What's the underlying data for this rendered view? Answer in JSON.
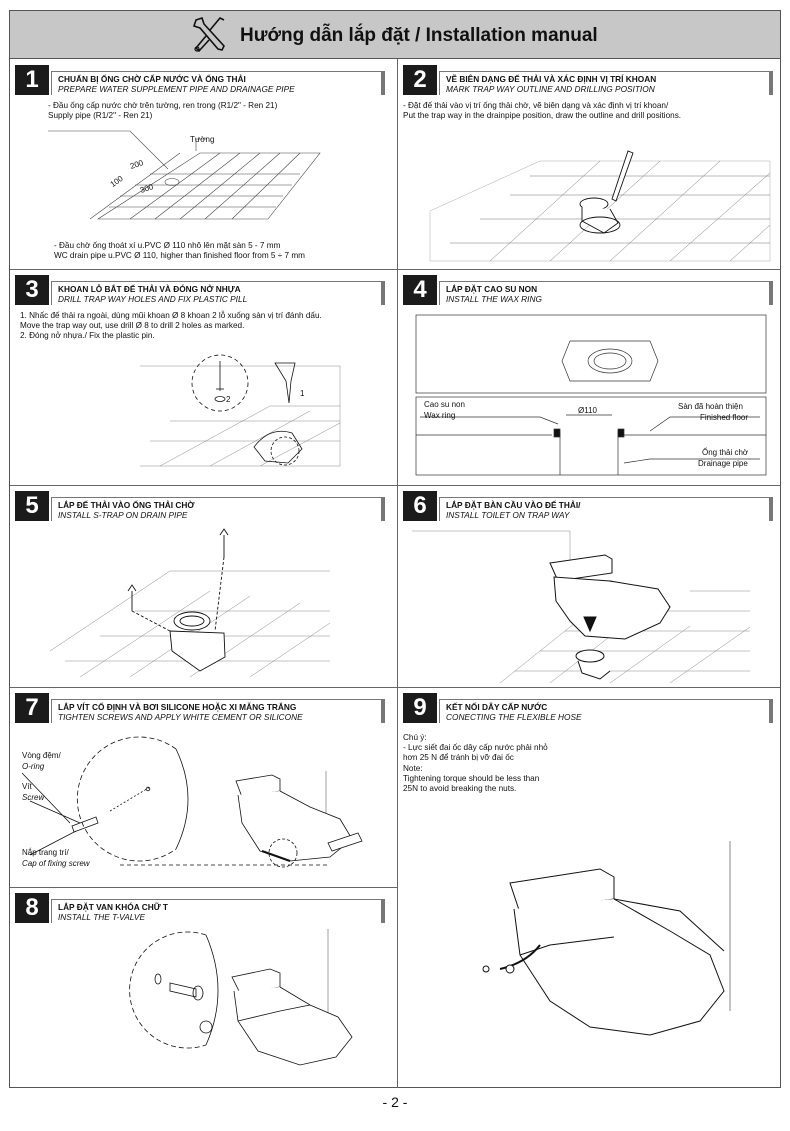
{
  "header": {
    "title": "Hướng dẫn lắp đặt / Installation manual",
    "icon": "tools-icon",
    "bg": "#c7c7c7"
  },
  "steps": {
    "s1": {
      "num": "1",
      "vn": "CHUẨN BỊ ỐNG CHỜ CẤP NƯỚC VÀ ỐNG THẢI",
      "en": "PREPARE WATER SUPPLEMENT PIPE AND DRAINAGE PIPE",
      "note1_vn": "- Đầu ống cấp nước chờ trên tường, ren trong (R1/2\" - Ren 21)",
      "note1_en": "Supply pipe (R1/2\" - Ren 21)",
      "wall": "Tường",
      "d200": "200",
      "d100": "100",
      "d300": "300",
      "note2_vn": "- Đầu chờ ống thoát xí u.PVC Ø  110 nhô lên mặt sàn 5 - 7 mm",
      "note2_en": "WC drain pipe u.PVC Ø  110, higher than finished floor from 5 ÷ 7 mm"
    },
    "s2": {
      "num": "2",
      "vn": "VẼ BIÊN DẠNG ĐẾ THẢI VÀ XÁC ĐỊNH VỊ TRÍ KHOAN",
      "en": "MARK TRAP WAY OUTLINE AND DRILLING POSITION",
      "note_vn": "- Đặt đế thải vào vị trí ống thải chờ, vẽ biên dạng và xác định vị trí khoan/",
      "note_en": "Put the trap way in the drainpipe position, draw the outline and drill positions."
    },
    "s3": {
      "num": "3",
      "vn": "KHOAN LỖ BẮT ĐẾ THẢI VÀ ĐÓNG NỞ NHỰA",
      "en": "DRILL TRAP WAY HOLES AND FIX PLASTIC PILL",
      "note1": "1. Nhấc đế thải ra ngoài, dùng mũi khoan Ø  8 khoan 2 lỗ xuống sàn vị trí đánh dấu.",
      "note2": "Move the trap way out, use drill Ø 8 to drill 2 holes as marked.",
      "note3": "2. Đóng nở nhựa./ Fix the plastic pin.",
      "mark1": "1",
      "mark2": "2"
    },
    "s4": {
      "num": "4",
      "vn": "LẮP ĐẶT CAO SU NON",
      "en": "INSTALL THE WAX RING",
      "wax_vn": "Cao su non",
      "wax_en": "Wax ring",
      "dia": "Ø110",
      "floor_vn": "Sàn đã hoàn thiện",
      "floor_en": "Finished floor",
      "pipe_vn": "Ống thải chờ",
      "pipe_en": "Drainage pipe"
    },
    "s5": {
      "num": "5",
      "vn": "LẮP ĐẾ THẢI VÀO ỐNG THẢI CHỜ",
      "en": "INSTALL S-TRAP ON DRAIN PIPE"
    },
    "s6": {
      "num": "6",
      "vn": "LẮP ĐẶT BÀN CẦU VÀO ĐẾ THẢI/",
      "en": "INSTALL TOILET ON TRAP WAY"
    },
    "s7": {
      "num": "7",
      "vn": "LẮP VÍT CỐ ĐỊNH VÀ BƠI SILICONE HOẶC XI MĂNG TRẮNG",
      "en": "TIGHTEN SCREWS AND APPLY WHITE CEMENT OR SILICONE",
      "oring_vn": "Vòng đệm/",
      "oring_en": "O-ring",
      "screw_vn": "Vít",
      "screw_en": "Screw",
      "cap_vn": "Nắp trang trí/",
      "cap_en": "Cap of fixing screw"
    },
    "s8": {
      "num": "8",
      "vn": "LẮP ĐẶT VAN KHÓA CHỮ T",
      "en": "INSTALL THE T-VALVE"
    },
    "s9": {
      "num": "9",
      "vn": "KẾT NỐI DÂY CẤP NƯỚC",
      "en": "CONECTING THE FLEXIBLE HOSE",
      "n1": "Chú ý:",
      "n2": "- Lực siết đai ốc dây cấp nước phải nhỏ",
      "n3": "hơn 25 N để tránh bị vỡ đai ốc",
      "n4": "Note:",
      "n5": "Tightening torque should be less than",
      "n6": "25N to avoid breaking the nuts."
    }
  },
  "page": {
    "number": "- 2 -"
  }
}
